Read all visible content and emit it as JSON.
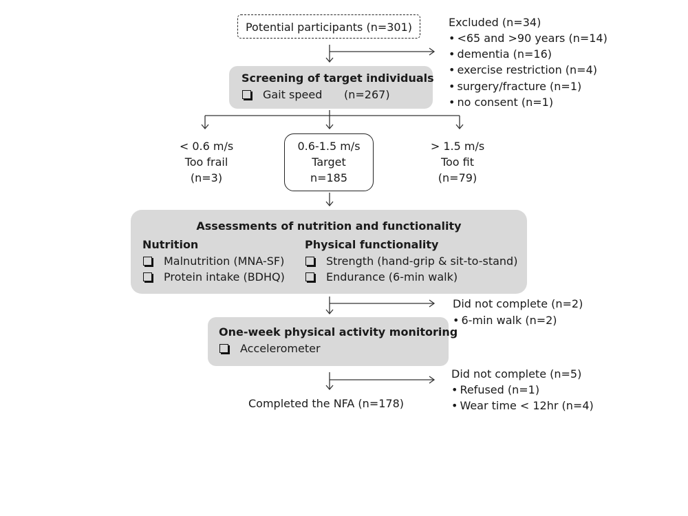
{
  "potential": "Potential participants (n=301)",
  "excluded": {
    "title": "Excluded (n=34)",
    "items": [
      "<65 and >90 years (n=14)",
      "dementia (n=16)",
      "exercise restriction (n=4)",
      "surgery/fracture (n=1)",
      "no consent (n=1)"
    ]
  },
  "screening": {
    "title": "Screening of target individuals",
    "item": "Gait speed",
    "n": "(n=267)"
  },
  "branches": {
    "slow": {
      "speed": "< 0.6 m/s",
      "label": "Too frail",
      "n": "(n=3)"
    },
    "target": {
      "speed": "0.6-1.5 m/s",
      "label": "Target",
      "n": "n=185"
    },
    "fast": {
      "speed": "> 1.5 m/s",
      "label": "Too fit",
      "n": "(n=79)"
    }
  },
  "assessments": {
    "title": "Assessments of nutrition and functionality",
    "nutrition": {
      "heading": "Nutrition",
      "items": [
        "Malnutrition (MNA-SF)",
        "Protein intake (BDHQ)"
      ]
    },
    "physical": {
      "heading": "Physical functionality",
      "items": [
        "Strength (hand-grip & sit-to-stand)",
        "Endurance (6-min walk)"
      ]
    }
  },
  "dropout1": {
    "title": "Did not complete (n=2)",
    "items": [
      "6-min walk (n=2)"
    ]
  },
  "monitoring": {
    "title": "One-week physical activity monitoring",
    "item": "Accelerometer"
  },
  "dropout2": {
    "title": "Did not complete (n=5)",
    "items": [
      "Refused (n=1)",
      "Wear time < 12hr (n=4)"
    ]
  },
  "completed": "Completed the NFA (n=178)"
}
